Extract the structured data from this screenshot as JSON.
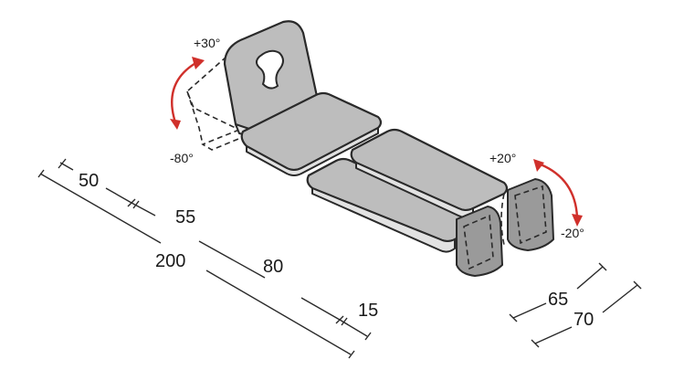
{
  "angles": {
    "head_up": "+30°",
    "head_down": "-80°",
    "foot_up": "+20°",
    "foot_down": "-20°"
  },
  "dimensions": {
    "head_section": "50",
    "seat_section": "55",
    "total_length": "200",
    "leg_section": "80",
    "foot_section": "15",
    "width_inner": "65",
    "width_outer": "70"
  },
  "colors": {
    "cushion": "#bdbdbd",
    "arrow": "#d0302b",
    "line": "#2a2a2a"
  }
}
